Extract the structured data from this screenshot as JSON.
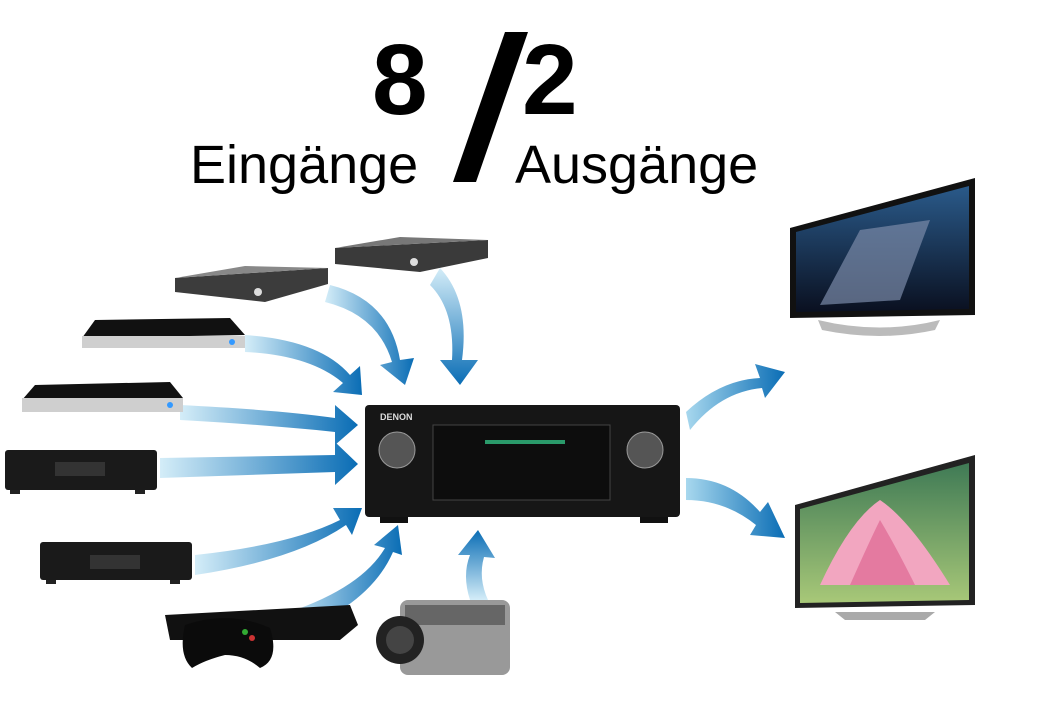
{
  "title": {
    "inputs_count": "8",
    "outputs_count": "2",
    "inputs_label": "Eingänge",
    "outputs_label": "Ausgänge"
  },
  "receiver": {
    "brand": "DENON"
  },
  "colors": {
    "arrow_light": "#bfe3f3",
    "arrow_dark": "#0a6db5"
  }
}
